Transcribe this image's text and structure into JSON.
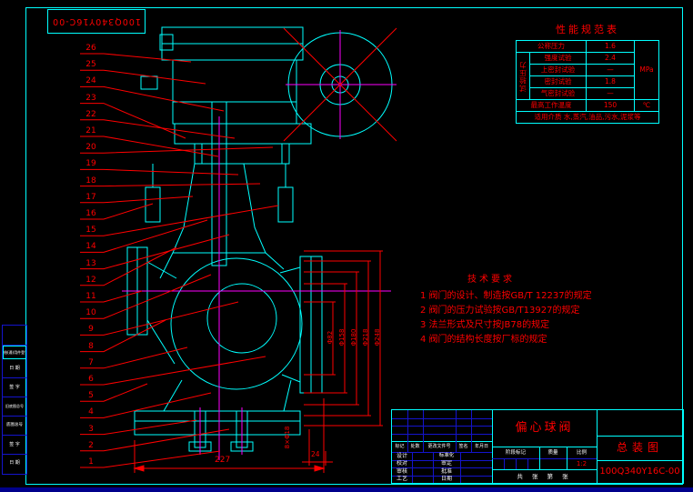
{
  "drawing": {
    "top_left_label": "100Q340Y16C-00",
    "balloons": [
      "26",
      "25",
      "24",
      "23",
      "22",
      "21",
      "20",
      "19",
      "18",
      "17",
      "16",
      "15",
      "14",
      "13",
      "12",
      "11",
      "10",
      "9",
      "8",
      "7",
      "6",
      "5",
      "4",
      "3",
      "2",
      "1"
    ]
  },
  "spec_table": {
    "title": "性能规范表",
    "group_label": "试验压力",
    "rows": [
      {
        "label": "公称压力",
        "value": "1.6"
      },
      {
        "label": "强度试验",
        "value": "2.4"
      },
      {
        "label": "上密封试验",
        "value": "—"
      },
      {
        "label": "密封试验",
        "value": "1.8"
      },
      {
        "label": "气密封试验",
        "value": "—"
      }
    ],
    "pressure_unit": "MPa",
    "temp_row": {
      "label": "最高工作温度",
      "value": "150",
      "unit": "℃"
    },
    "media_row": "适用介质 水,蒸汽,油品,污水,泥浆等"
  },
  "tech_notes": {
    "title": "技术要求",
    "items": [
      "1  阀门的设计、制造按GB/T 12237的规定",
      "2  阀门的压力试验按GB/T13927的规定",
      "3  法兰形式及尺寸按JB78的规定",
      "4  阀门的结构长度按厂标的规定"
    ]
  },
  "dimensions": {
    "length": "227",
    "diameters": [
      "Φ82",
      "Φ158",
      "Φ180",
      "Φ218",
      "Φ248"
    ],
    "bolt_note": "8×Φ18",
    "small_dim": "24"
  },
  "title_block": {
    "product_name": "偏心球阀",
    "drawing_type": "总装图",
    "drawing_no": "100Q340Y16C-00",
    "scale": "1:2",
    "rev_header": [
      "标记",
      "处数",
      "更改文件号",
      "签名",
      "年月日"
    ],
    "sign_rows": [
      [
        "设计",
        "标准化"
      ],
      [
        "校对",
        "审定"
      ],
      [
        "审核",
        "批准"
      ],
      [
        "工艺",
        "日期"
      ]
    ],
    "stage_header": [
      "阶段标记",
      "质量",
      "比例"
    ],
    "sheet_row": "共 张 第 张"
  },
  "left_strip": {
    "rows": [
      "借(通)用件登记",
      "日 期",
      "签 字",
      "旧底图总号",
      "底图总号",
      "签 字",
      "日 期"
    ]
  },
  "colors": {
    "line": "#00ffff",
    "dimension": "#ff0000",
    "centerline": "#ff00ff",
    "grid": "#1414cc",
    "label": "#ffffff",
    "background": "#000000"
  }
}
